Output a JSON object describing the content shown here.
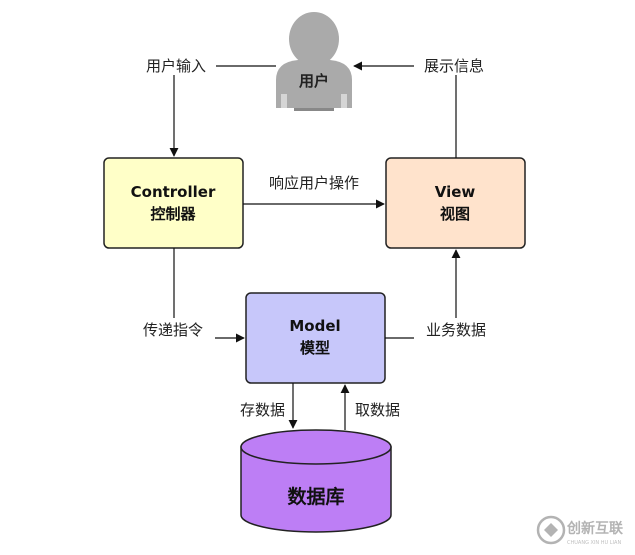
{
  "nodes": {
    "user": {
      "label": "用户"
    },
    "controller": {
      "title_en": "Controller",
      "title_zh": "控制器"
    },
    "view": {
      "title_en": "View",
      "title_zh": "视图"
    },
    "model": {
      "title_en": "Model",
      "title_zh": "模型"
    },
    "database": {
      "label": "数据库"
    }
  },
  "edges": {
    "user_to_controller": "用户输入",
    "view_to_user": "展示信息",
    "controller_to_view": "响应用户操作",
    "controller_to_model": "传递指令",
    "model_to_view": "业务数据",
    "model_to_db": "存数据",
    "db_to_model": "取数据"
  },
  "watermark": {
    "text": "创新互联",
    "subtext": "CHUANG XIN HU LIAN"
  },
  "colors": {
    "controller_fill": "#FFFFC8",
    "view_fill": "#FFE3CC",
    "model_fill": "#C7C7FA",
    "database_fill": "#BD7EF5",
    "user_icon": "#AAAAAA",
    "stroke": "#111111"
  }
}
